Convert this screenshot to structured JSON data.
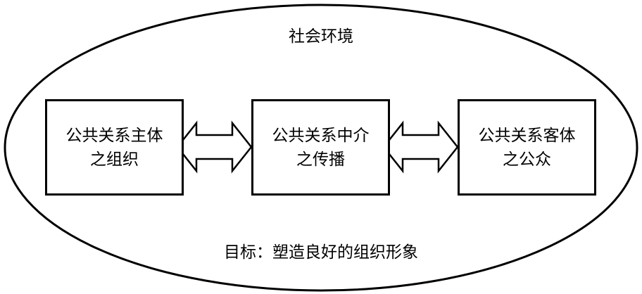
{
  "environment_label": "社会环境",
  "boxes": [
    {
      "line1": "公共关系主体",
      "line2": "之组织"
    },
    {
      "line1": "公共关系中介",
      "line2": "之传播"
    },
    {
      "line1": "公共关系客体",
      "line2": "之公众"
    }
  ],
  "goal_text": "目标：塑造良好的组织形象",
  "relations": [
    {
      "from": "公共关系主体之组织",
      "to": "公共关系中介之传播",
      "type": "bidirectional"
    },
    {
      "from": "公共关系中介之传播",
      "to": "公共关系客体之公众",
      "type": "bidirectional"
    }
  ],
  "colors": {
    "stroke": "#000000",
    "fill": "#ffffff"
  }
}
